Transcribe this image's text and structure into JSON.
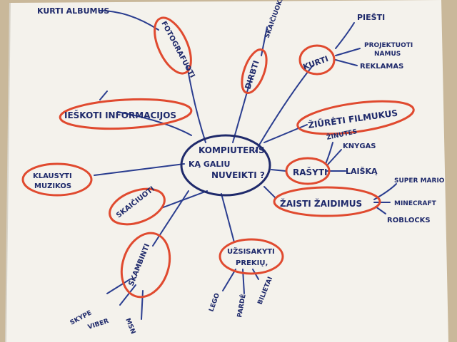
{
  "center": {
    "line1": "KOMPIUTERIS",
    "line2": "KĄ GALIU",
    "line3": "NUVEIKTI ?"
  },
  "nodes": {
    "fotografuoti": "FOTOGRAFUOTI",
    "kurti_albumus": "KURTI ALBUMUS",
    "dirbti": "DIRBTI",
    "skaiciuokles": "SKAIČIUOKLĖS",
    "kurti": "KURTI",
    "pieSti": "PIEŠTI",
    "projektuoti_line1": "PROJEKTUOTI",
    "projektuoti_line2": "NAMUS",
    "reklamas": "REKLAMAS",
    "ieskoti": "IEŠKOTI INFORMACIJOS",
    "ziureti": "ŽIŪRĖTI FILMUKUS",
    "rasyti": "RAŠYTI",
    "zinutes": "ŽINUTES",
    "knygas": "KNYGAS",
    "laiska": "LAIŠKĄ",
    "klausyti_line1": "KLAUSYTI",
    "klausyti_line2": "MUZIKOS",
    "skaiciuoti": "SKAIČIUOTI",
    "zaisti": "ŽAISTI ŽAIDIMUS",
    "super_mario": "SUPER MARIO",
    "minecraft": "MINECRAFT",
    "roblox": "ROBLOCKS",
    "skambinti": "SKAMBINTI",
    "skype": "SKYPE",
    "viber": "VIBER",
    "msn": "MSN",
    "uzsisakyti_line1": "UŽSISAKYTI",
    "uzsisakyti_line2": "PREKIŲ,",
    "lego": "LEGO",
    "parde": "PARDĖ",
    "bilietai": "BILIETAI"
  },
  "colors": {
    "ink_blue": "#1f2a6b",
    "ink_red": "#e04a2f",
    "paper": "#f4f2ec",
    "wall": "#c9b89a"
  }
}
